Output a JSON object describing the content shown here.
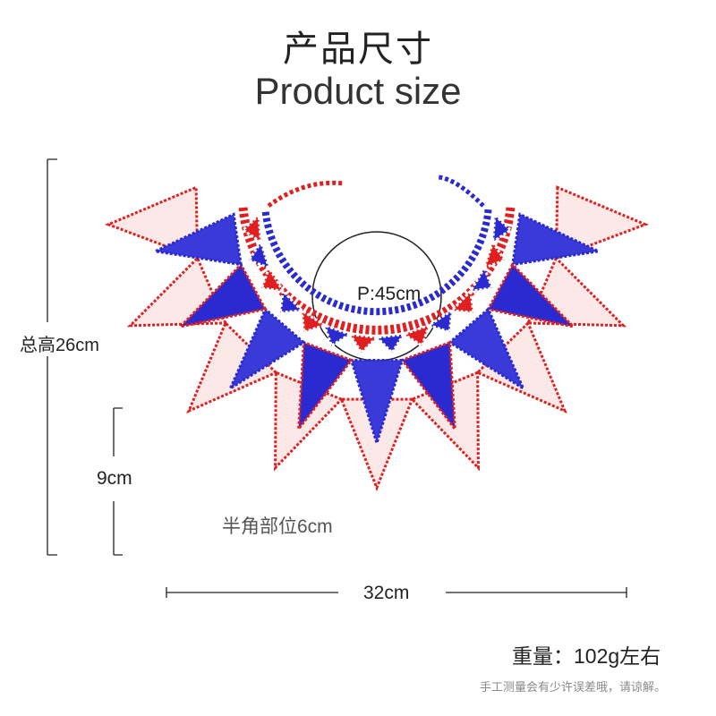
{
  "title": {
    "cn": "产品尺寸",
    "en": "Product size"
  },
  "dimensions": {
    "total_height": "总高26cm",
    "section_height": "9cm",
    "half_corner": "半角部位6cm",
    "width": "32cm",
    "perimeter": "P:45cm"
  },
  "weight": "重量：102g左右",
  "note": "手工测量会有少许误差哦，请谅解。",
  "colors": {
    "red": "#e02020",
    "blue": "#2a2ad0",
    "white": "#ffffff",
    "line": "#222222"
  },
  "image": {
    "subject": "beaded-necklace"
  }
}
